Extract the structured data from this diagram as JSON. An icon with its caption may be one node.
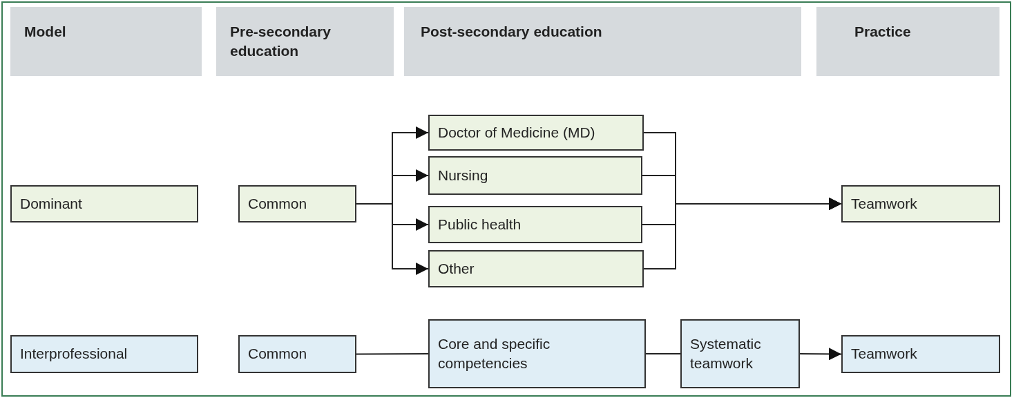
{
  "diagram": {
    "nodes": [
      {
        "text": [
          "Model"
        ]
      },
      {
        "text": [
          "Pre-secondary education"
        ]
      },
      {
        "text": [
          "Post-secondary education"
        ]
      },
      {
        "text": [
          "Practice"
        ]
      },
      {
        "text": [
          "Dominant"
        ]
      },
      {
        "text": [
          "Common"
        ]
      },
      {
        "text": [
          "Doctor of Medicine (MD)"
        ]
      },
      {
        "text": [
          "Nursing"
        ]
      },
      {
        "text": [
          "Public health"
        ]
      },
      {
        "text": [
          "Other"
        ]
      },
      {
        "text": [
          "Teamwork"
        ]
      },
      {
        "text": [
          "Interprofessional"
        ]
      },
      {
        "text": [
          "Common"
        ]
      },
      {
        "text": [
          "Core and specific competencies"
        ]
      },
      {
        "text": [
          "Systematic teamwork"
        ]
      },
      {
        "text": [
          "Teamwork"
        ]
      }
    ],
    "edges": [
      {
        "from": 5,
        "to": 6,
        "arrow": "to"
      },
      {
        "from": 5,
        "to": 7,
        "arrow": "to"
      },
      {
        "from": 5,
        "to": 8,
        "arrow": "to"
      },
      {
        "from": 5,
        "to": 9,
        "arrow": "to"
      },
      {
        "from": 6,
        "to": 10,
        "arrow": "to"
      },
      {
        "from": 7,
        "to": 10,
        "arrow": "to"
      },
      {
        "from": 8,
        "to": 10,
        "arrow": "to"
      },
      {
        "from": 9,
        "to": 10,
        "arrow": "to"
      },
      {
        "from": 12,
        "to": 13,
        "arrow": "none"
      },
      {
        "from": 13,
        "to": 14,
        "arrow": "none"
      },
      {
        "from": 14,
        "to": 15,
        "arrow": "to"
      }
    ]
  }
}
